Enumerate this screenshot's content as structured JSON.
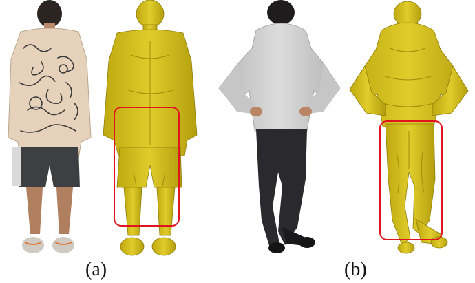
{
  "figure": {
    "panels": [
      {
        "caption": "(a)",
        "images": [
          {
            "description": "photo-back-view-patterned-shirt-shorts",
            "highlight_color": "#e0141e"
          },
          {
            "description": "yellow-3d-mesh-back-view",
            "highlight": true
          }
        ]
      },
      {
        "caption": "(b)",
        "images": [
          {
            "description": "photo-back-view-grey-hoodie-black-pants"
          },
          {
            "description": "yellow-3d-mesh-hoodie-pants",
            "highlight": true
          }
        ]
      }
    ],
    "colors": {
      "mesh": "#d8c31c",
      "mesh_dark": "#a89410",
      "highlight": "#e0141e",
      "shirt": "#e7d3bd",
      "hoodie": "#cfcfcf",
      "pants": "#2a2a2e"
    }
  }
}
